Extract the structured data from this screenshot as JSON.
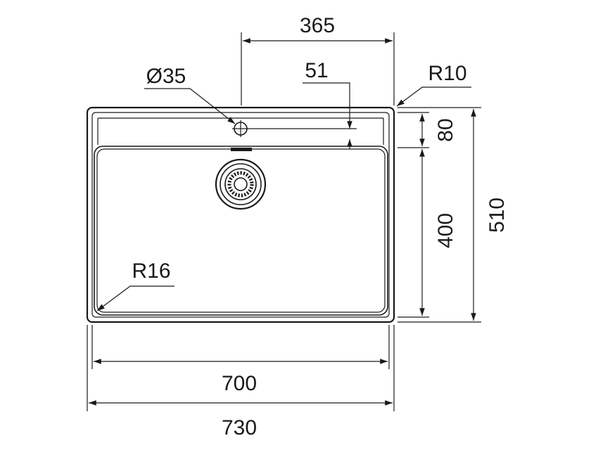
{
  "dimensions": {
    "top_half_width": "365",
    "tap_hole_diameter": "Ø35",
    "tap_offset": "51",
    "corner_radius_outer": "R10",
    "ledge_depth": "80",
    "bowl_depth": "400",
    "overall_depth": "510",
    "bowl_corner_radius": "R16",
    "bowl_width": "700",
    "overall_width": "730"
  }
}
